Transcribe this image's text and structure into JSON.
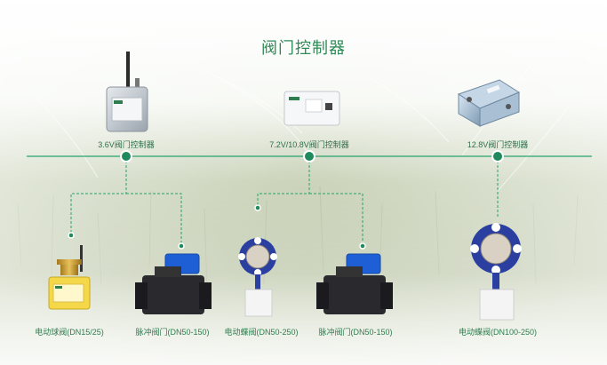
{
  "title": "阀门控制器",
  "controllers": [
    {
      "label": "3.6V阀门控制器"
    },
    {
      "label": "7.2V/10.8V阀门控制器"
    },
    {
      "label": "12.8V阀门控制器"
    }
  ],
  "valves": [
    {
      "label": "电动球阀(DN15/25)"
    },
    {
      "label": "脉冲阀门(DN50-150)"
    },
    {
      "label": "电动蝶阀(DN50-250)"
    },
    {
      "label": "脉冲阀门(DN50-150)"
    },
    {
      "label": "电动蝶阀(DN100-250)"
    }
  ],
  "colors": {
    "accent": "#1f8a5c",
    "line": "#27a26b",
    "valve_blue": "#2a3fa0",
    "pulse_blue": "#1e5fd6"
  }
}
